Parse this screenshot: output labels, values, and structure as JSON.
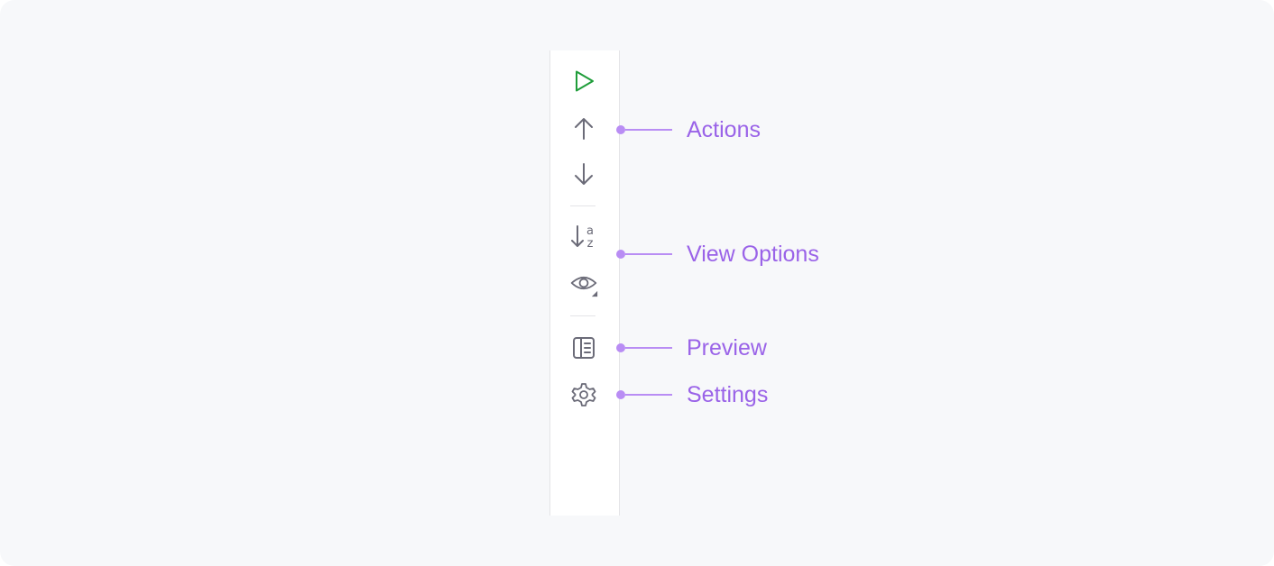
{
  "toolbar": {
    "buttons": [
      {
        "icon": "play-icon",
        "color": "#1f9d3a"
      },
      {
        "icon": "arrow-up-icon",
        "color": "#6b6b78"
      },
      {
        "icon": "arrow-down-icon",
        "color": "#6b6b78"
      },
      {
        "icon": "sort-az-icon",
        "color": "#6b6b78",
        "glyph_top": "a",
        "glyph_bottom": "z"
      },
      {
        "icon": "eye-icon",
        "color": "#6b6b78",
        "has_dropdown": true
      },
      {
        "icon": "panel-preview-icon",
        "color": "#6b6b78"
      },
      {
        "icon": "gear-icon",
        "color": "#6b6b78"
      }
    ]
  },
  "callouts": {
    "actions": "Actions",
    "view_options": "View Options",
    "preview": "Preview",
    "settings": "Settings"
  },
  "colors": {
    "accent": "#9a63e8",
    "accent_light": "#b98df4",
    "play": "#1f9d3a",
    "icon": "#6b6b78",
    "background": "#f7f8fa",
    "border": "#e4e4e7"
  }
}
